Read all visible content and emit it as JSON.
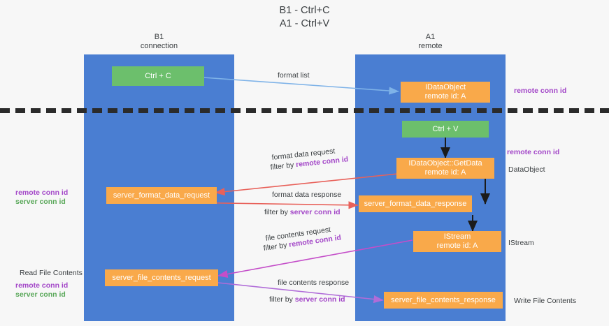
{
  "title": "B1 - Ctrl+C\nA1 - Ctrl+V",
  "lanes": [
    {
      "name": "B1",
      "sub": "connection",
      "header": "B1\nconnection"
    },
    {
      "name": "A1",
      "sub": "remote",
      "header": "A1\nremote"
    }
  ],
  "colors": {
    "lane": "#4a7ed2",
    "green_box": "#6cbf6c",
    "orange_box": "#f9a94a",
    "page_bg": "#f7f7f7",
    "purple_text": "#a347c8",
    "green_text": "#5aa85a",
    "arrow_blue": "#7fb3e8",
    "arrow_red": "#e8615a",
    "arrow_black": "#1b1b1b",
    "arrow_magenta": "#c44ec9",
    "arrow_violet": "#b06cd8",
    "divider": "#2b2b2b"
  },
  "boxes": {
    "ctrl_c": "Ctrl + C",
    "ctrl_v": "Ctrl + V",
    "idataobject_line1": "IDataObject",
    "idataobject_line2": "remote id: A",
    "getdata_line1": "IDataObject::GetData",
    "getdata_line2": "remote id: A",
    "istream_line1": "IStream",
    "istream_line2": "remote id: A",
    "server_format_data_request": "server_format_data_request",
    "server_format_data_response": "server_format_data_response",
    "server_file_contents_request": "server_file_contents_request",
    "server_file_contents_response": "server_file_contents_response"
  },
  "edges": {
    "format_list": "format list",
    "format_data_request": "format data request",
    "format_data_request_filter_prefix": "filter by ",
    "format_data_request_filter_key": "remote conn id",
    "format_data_response": "format data response",
    "format_data_response_filter_prefix": "filter by ",
    "format_data_response_filter_key": "server conn id",
    "file_contents_request": "file contents request",
    "file_contents_request_filter_prefix": "filter by ",
    "file_contents_request_filter_key": "remote conn id",
    "file_contents_response": "file contents response",
    "file_contents_response_filter_prefix": "filter by ",
    "file_contents_response_filter_key": "server conn id"
  },
  "side_labels": {
    "right_top_remote_conn_id": "remote conn id",
    "right_mid_remote_conn_id": "remote conn id",
    "right_dataobject": "DataObject",
    "right_istream": "IStream",
    "right_write_file_contents": "Write File Contents",
    "left_remote_conn_id_1": "remote conn id",
    "left_server_conn_id_1": "server conn id",
    "left_read_file_contents": "Read File Contents",
    "left_remote_conn_id_2": "remote conn id",
    "left_server_conn_id_2": "server conn id"
  }
}
